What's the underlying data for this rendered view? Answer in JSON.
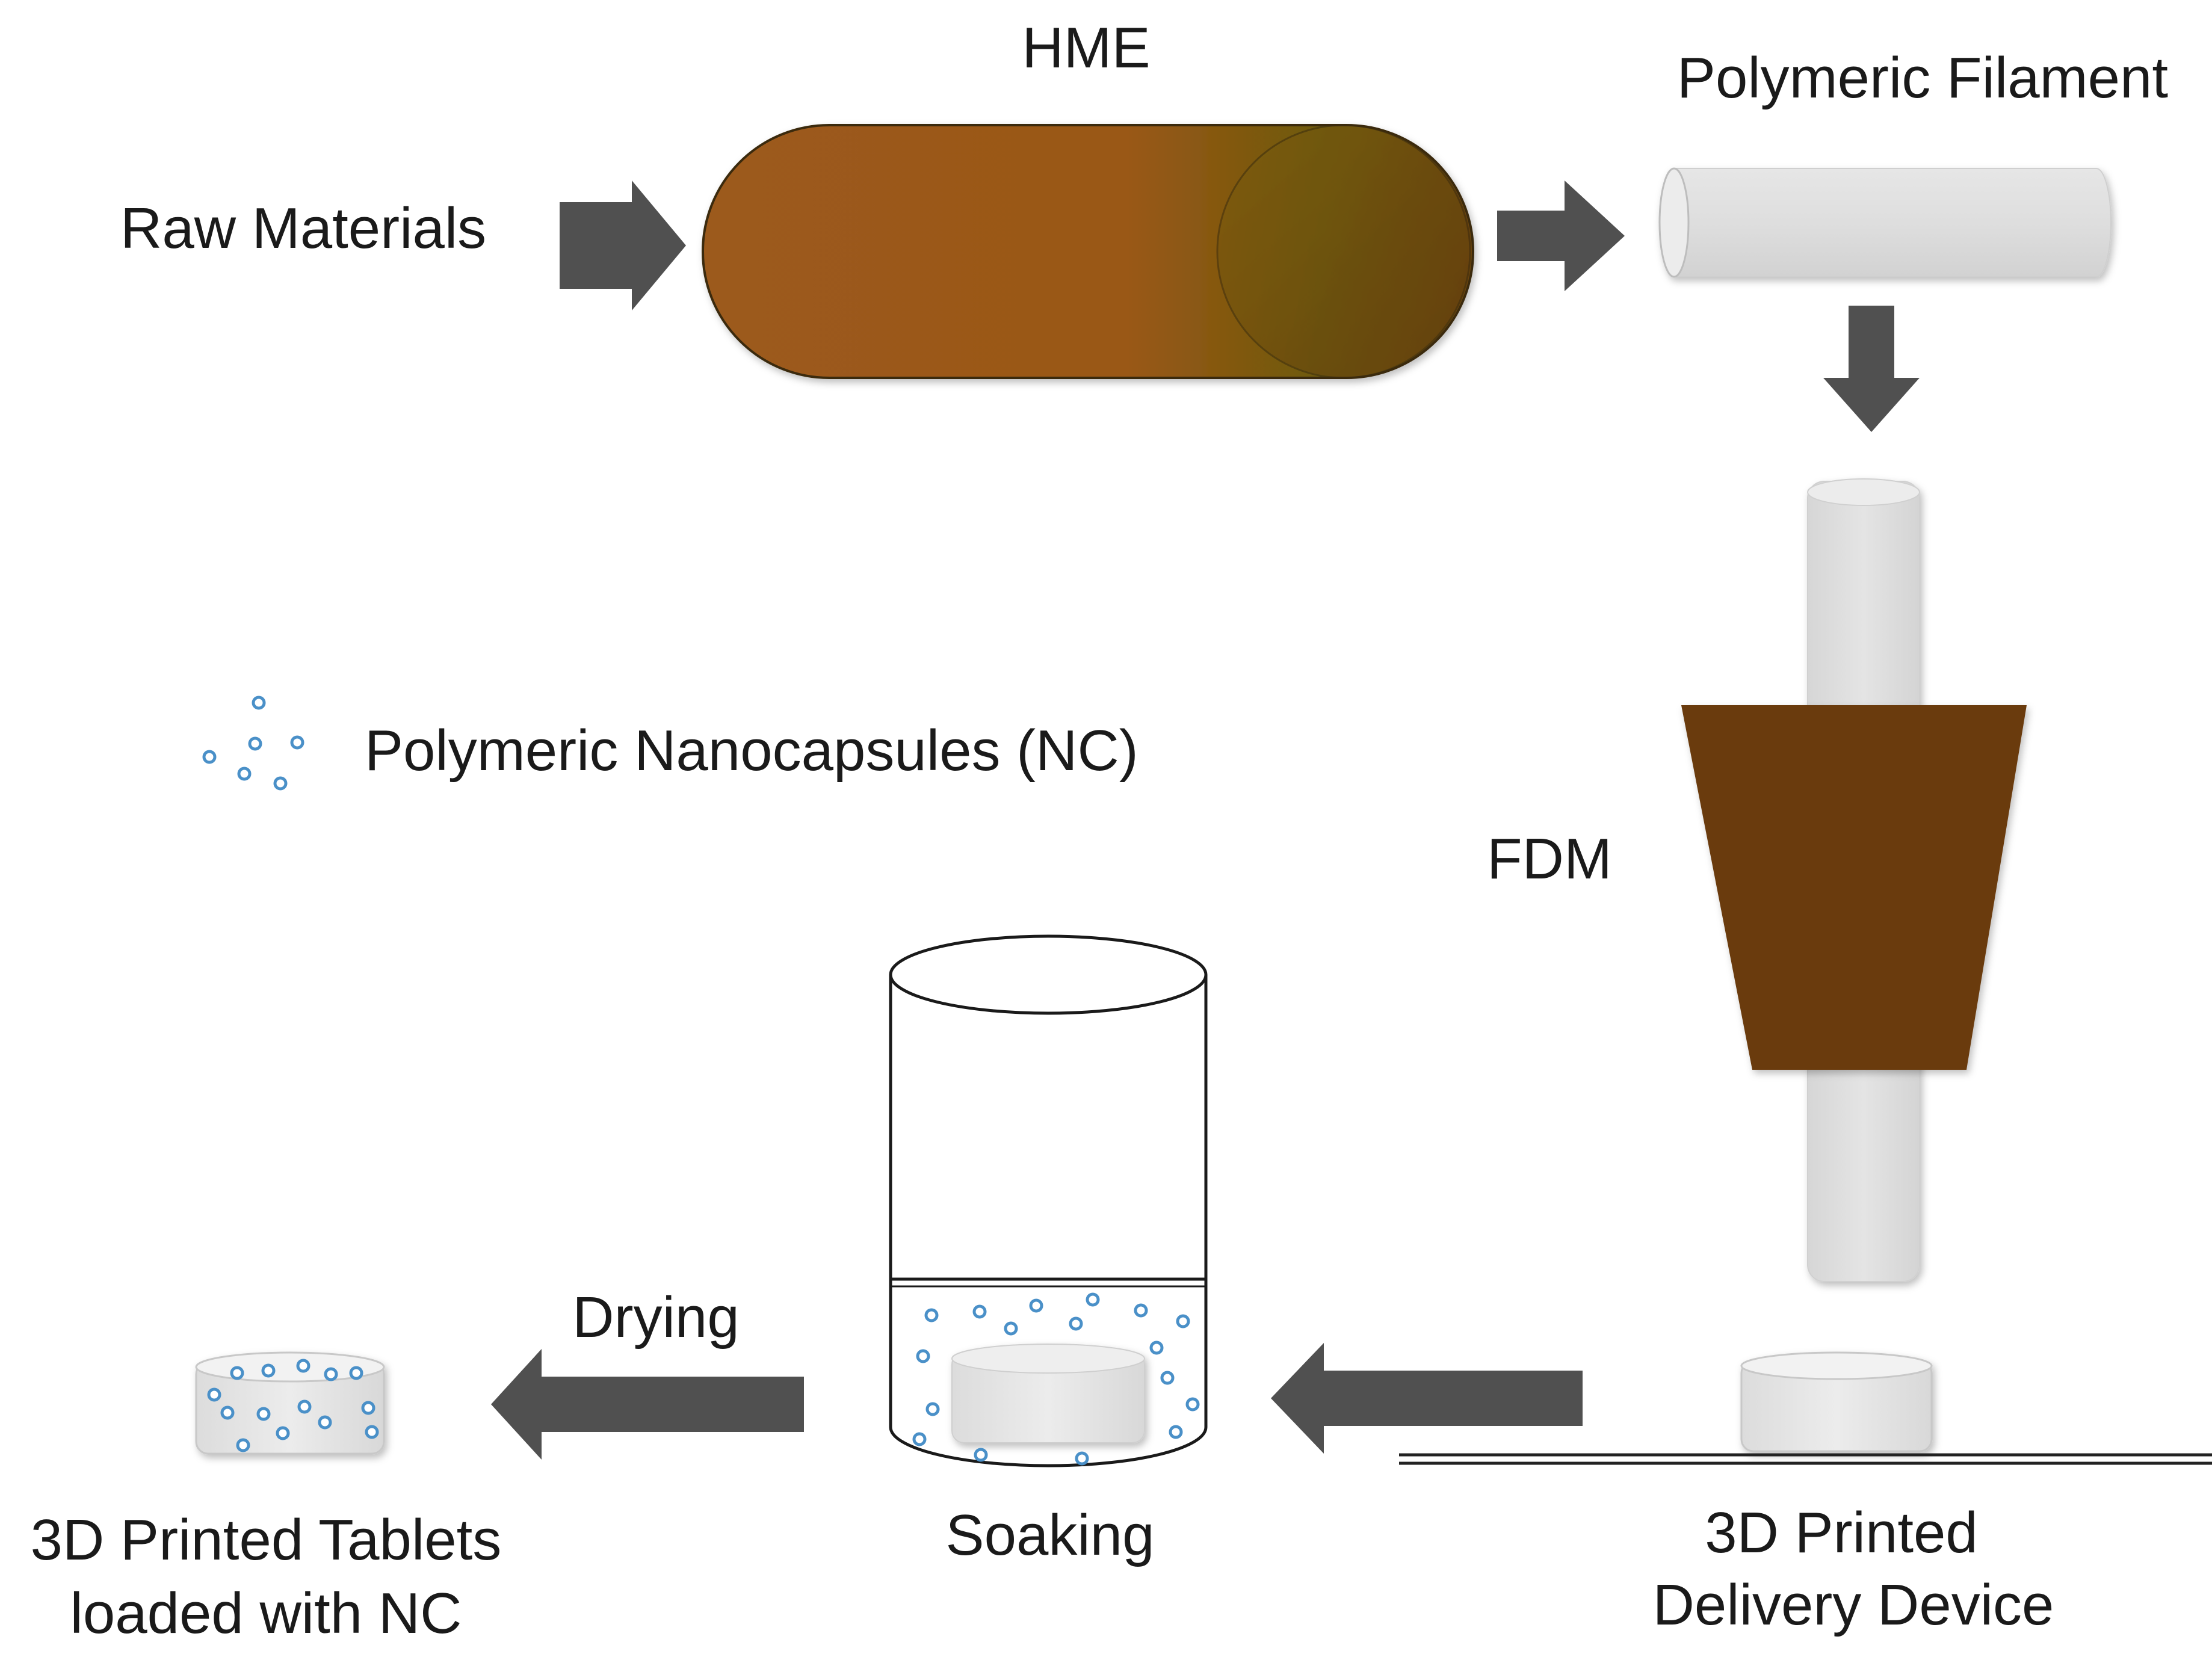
{
  "labels": {
    "hme": "HME",
    "polymeric_filament": "Polymeric Filament",
    "raw_materials": "Raw Materials",
    "polymeric_nanocapsules": "Polymeric Nanocapsules (NC)",
    "fdm": "FDM",
    "drying": "Drying",
    "soaking": "Soaking",
    "tablets_line1": "3D Printed Tablets",
    "tablets_line2": "loaded with NC",
    "device_line1": "3D Printed",
    "device_line2": "Delivery Device"
  },
  "colors": {
    "arrow": "#505050",
    "extruder_body": "#9b5a1a",
    "extruder_end": "#6a4a08",
    "nozzle": "#6a3a0e",
    "filament": "#e0e0e0",
    "nanocapsule": "#4a90c8",
    "outline": "#222222"
  }
}
